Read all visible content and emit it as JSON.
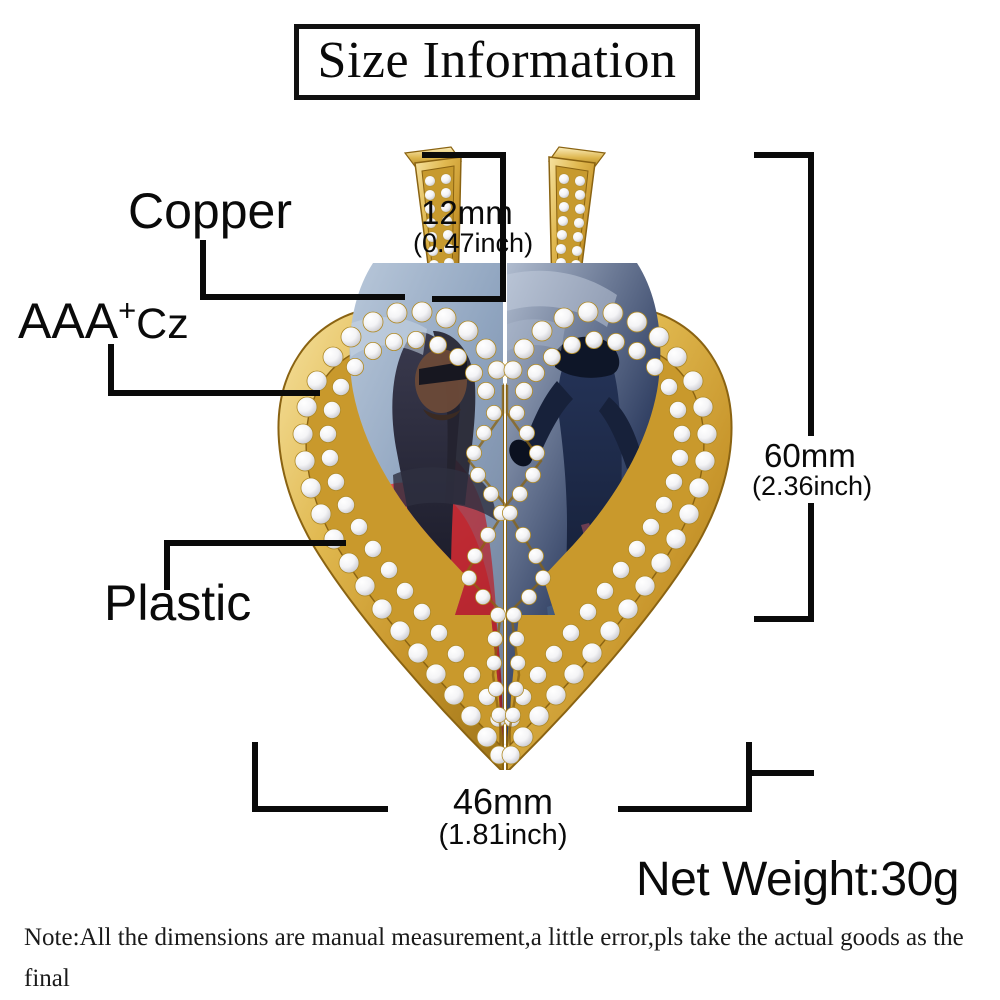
{
  "title": {
    "text": "Size Information"
  },
  "material_labels": {
    "copper": "Copper",
    "aaacz_prefix": "AAA",
    "aaacz_sup": "+",
    "aaacz_suffix": "Cz",
    "plastic": "Plastic"
  },
  "dimensions": {
    "bail": {
      "mm": "12mm",
      "inch": "(0.47inch)"
    },
    "height": {
      "mm": "60mm",
      "inch": "(2.36inch)"
    },
    "width": {
      "mm": "46mm",
      "inch": "(1.81inch)"
    }
  },
  "net_weight": "Net Weight:30g",
  "note": "Note:All the dimensions are manual measurement,a little error,pls take the actual goods as the final",
  "product": {
    "type": "break-apart-heart-photo-pendant",
    "left_half_photo": "portrait of man wearing sunglasses with red jacket on light blue background",
    "right_half_photo": "dark blue silhouette of performer holding a microphone"
  },
  "colors": {
    "line": "#0a0a0a",
    "text": "#0a0a0a",
    "background": "#ffffff",
    "gold_light": "#F2D98B",
    "gold_mid": "#D9AE45",
    "gold_dark": "#A87A1E",
    "stone_white": "#FDFDFD",
    "stone_shadow": "#CFCFCF",
    "photo_left_sky": "#9FB4CE",
    "photo_left_red": "#D0323A",
    "photo_left_dark": "#2B2B3C",
    "photo_right_blue": "#1E2E52",
    "photo_right_light": "#9AA9C0"
  }
}
